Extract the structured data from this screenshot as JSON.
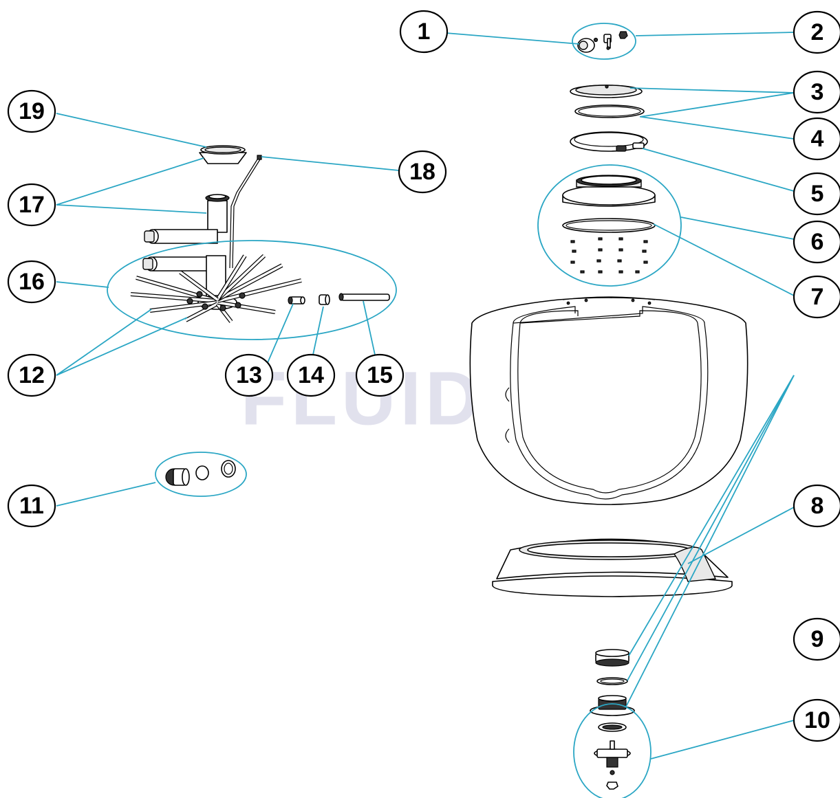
{
  "watermark": "FLUIDRA",
  "colors": {
    "leader": "#2aa6c4",
    "watermark": "#c8c8de",
    "outline": "#000000"
  },
  "callouts": [
    "1",
    "2",
    "3",
    "4",
    "5",
    "6",
    "7",
    "8",
    "9",
    "10",
    "11",
    "12",
    "13",
    "14",
    "15",
    "16",
    "17",
    "18",
    "19"
  ]
}
